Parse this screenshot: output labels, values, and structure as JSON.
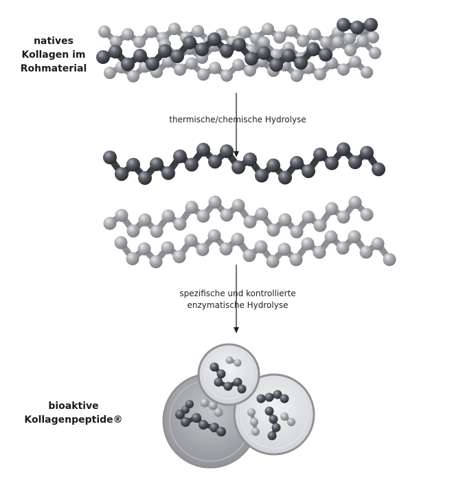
{
  "labels": {
    "native": [
      "natives",
      "Kollagen im",
      "Rohmaterial"
    ],
    "step1": "thermische/chemische Hydrolyse",
    "step2": [
      "spezifische und kontrollierte",
      "enzymatische Hydrolyse"
    ],
    "bioactive": [
      "bioaktive",
      "Kollagenpeptide®"
    ]
  },
  "colors": {
    "dark_bead": "#4a4d55",
    "light_bead": "#a7a9ad",
    "arrow": "#222222",
    "circle_dark_fill": "#9b9da2",
    "circle_light_fill": "#d2d4d8",
    "circle_ring": "#8f9196"
  }
}
